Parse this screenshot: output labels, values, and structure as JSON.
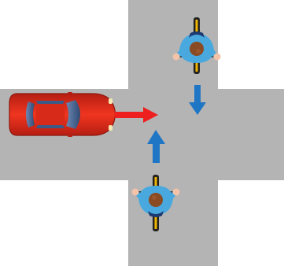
{
  "scene": {
    "type": "traffic-intersection",
    "road": {
      "shape": "plus-crossroads",
      "color": "#b4b4b4"
    },
    "vehicles": [
      {
        "id": "car",
        "kind": "car",
        "color": "#e0291a",
        "heading": "east",
        "arrow_color": "#ee1f1f"
      },
      {
        "id": "cyclist-north",
        "kind": "bicycle",
        "heading": "south",
        "arrow_color": "#1f76c5"
      },
      {
        "id": "cyclist-south",
        "kind": "bicycle",
        "heading": "north",
        "arrow_color": "#1f76c5"
      }
    ]
  },
  "colors": {
    "road": "#b4b4b4",
    "car_body": "#e0291a",
    "car_glass": "#3d5a86",
    "rider_shirt": "#49a9df",
    "rider_hair": "#8a4a22",
    "bike_frame": "#222222",
    "bike_accent": "#f2b600",
    "move_arrow_blue": "#1f76c5",
    "move_arrow_red": "#ee1f1f"
  }
}
